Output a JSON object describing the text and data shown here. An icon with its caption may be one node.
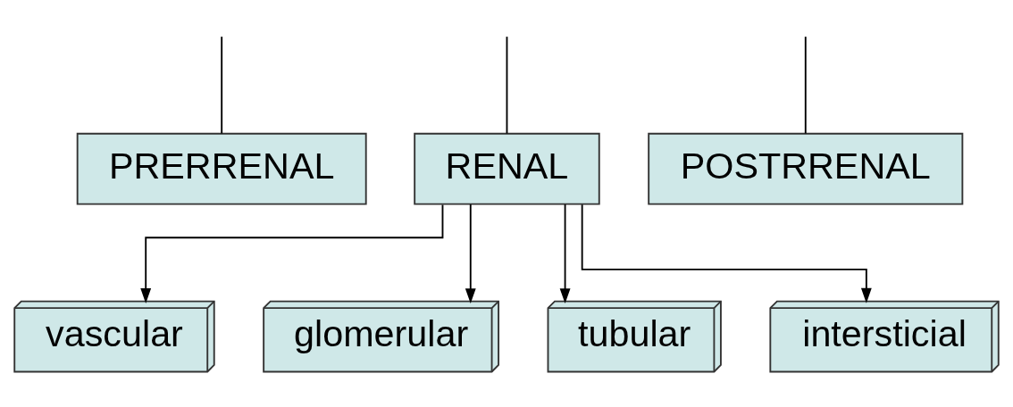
{
  "diagram": {
    "nodes": [
      {
        "text": [
          "PRERRENAL"
        ]
      },
      {
        "text": [
          "RENAL"
        ]
      },
      {
        "text": [
          "POSTRRENAL"
        ]
      },
      {
        "text": [
          "vascular"
        ]
      },
      {
        "text": [
          "glomerular"
        ]
      },
      {
        "text": [
          "tubular"
        ]
      },
      {
        "text": [
          "intersticial"
        ]
      }
    ],
    "edges": [
      {
        "from": null,
        "to": 0,
        "arrow": "none"
      },
      {
        "from": null,
        "to": 1,
        "arrow": "none"
      },
      {
        "from": null,
        "to": 2,
        "arrow": "none"
      },
      {
        "from": 1,
        "to": 3,
        "arrow": "to"
      },
      {
        "from": 1,
        "to": 4,
        "arrow": "to"
      },
      {
        "from": 1,
        "to": 5,
        "arrow": "to"
      },
      {
        "from": 1,
        "to": 6,
        "arrow": "to"
      }
    ]
  }
}
